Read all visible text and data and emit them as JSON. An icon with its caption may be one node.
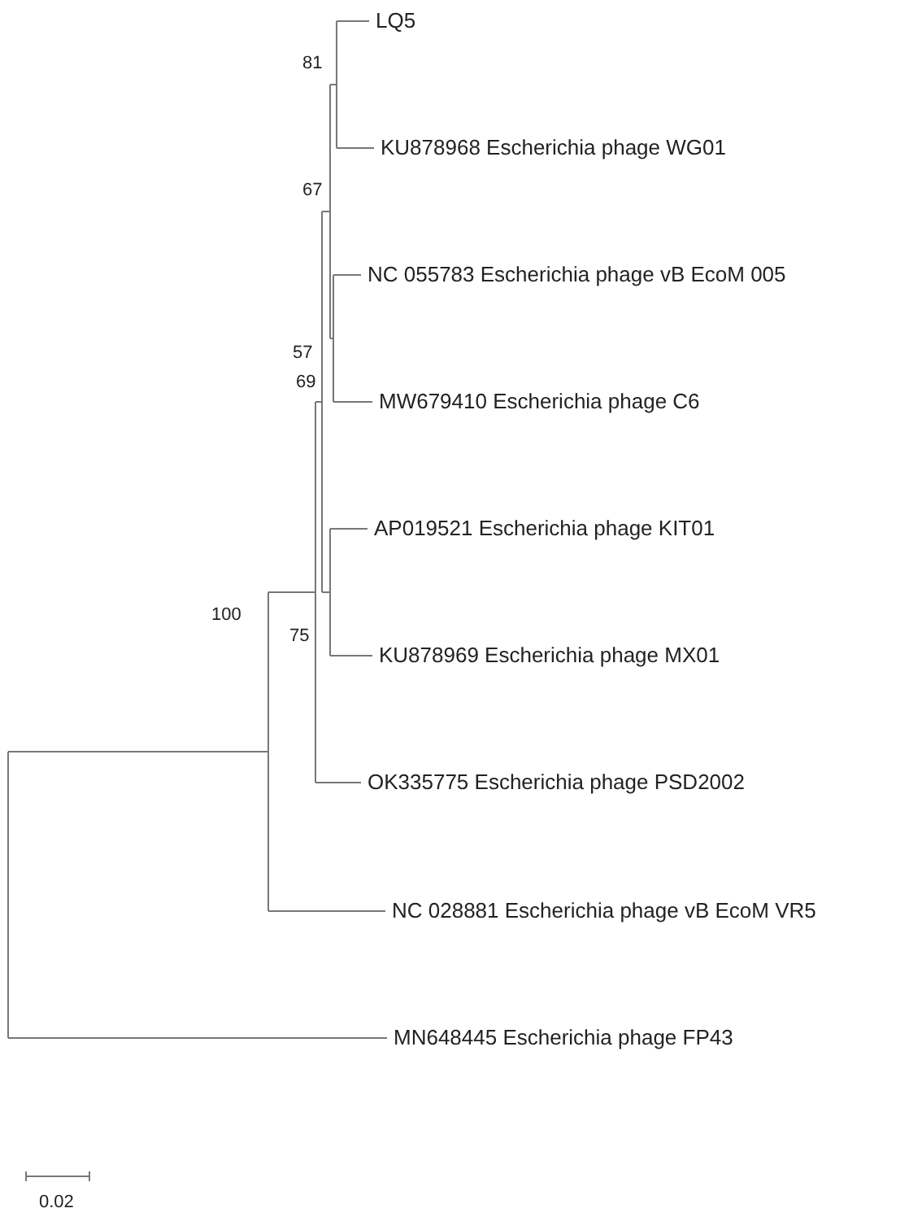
{
  "diagram": {
    "labels": [
      "LQ5",
      "81",
      "KU878968 Escherichia phage WG01",
      "67",
      "NC 055783 Escherichia phage vB EcoM 005",
      "57",
      "69",
      "MW679410 Escherichia phage C6",
      "AP019521 Escherichia phage KIT01",
      "100",
      "75",
      "KU878969 Escherichia phage MX01",
      "OK335775 Escherichia phage PSD2002",
      "NC 028881 Escherichia phage vB EcoM VR5",
      "MN648445 Escherichia phage FP43",
      "0.02"
    ]
  }
}
